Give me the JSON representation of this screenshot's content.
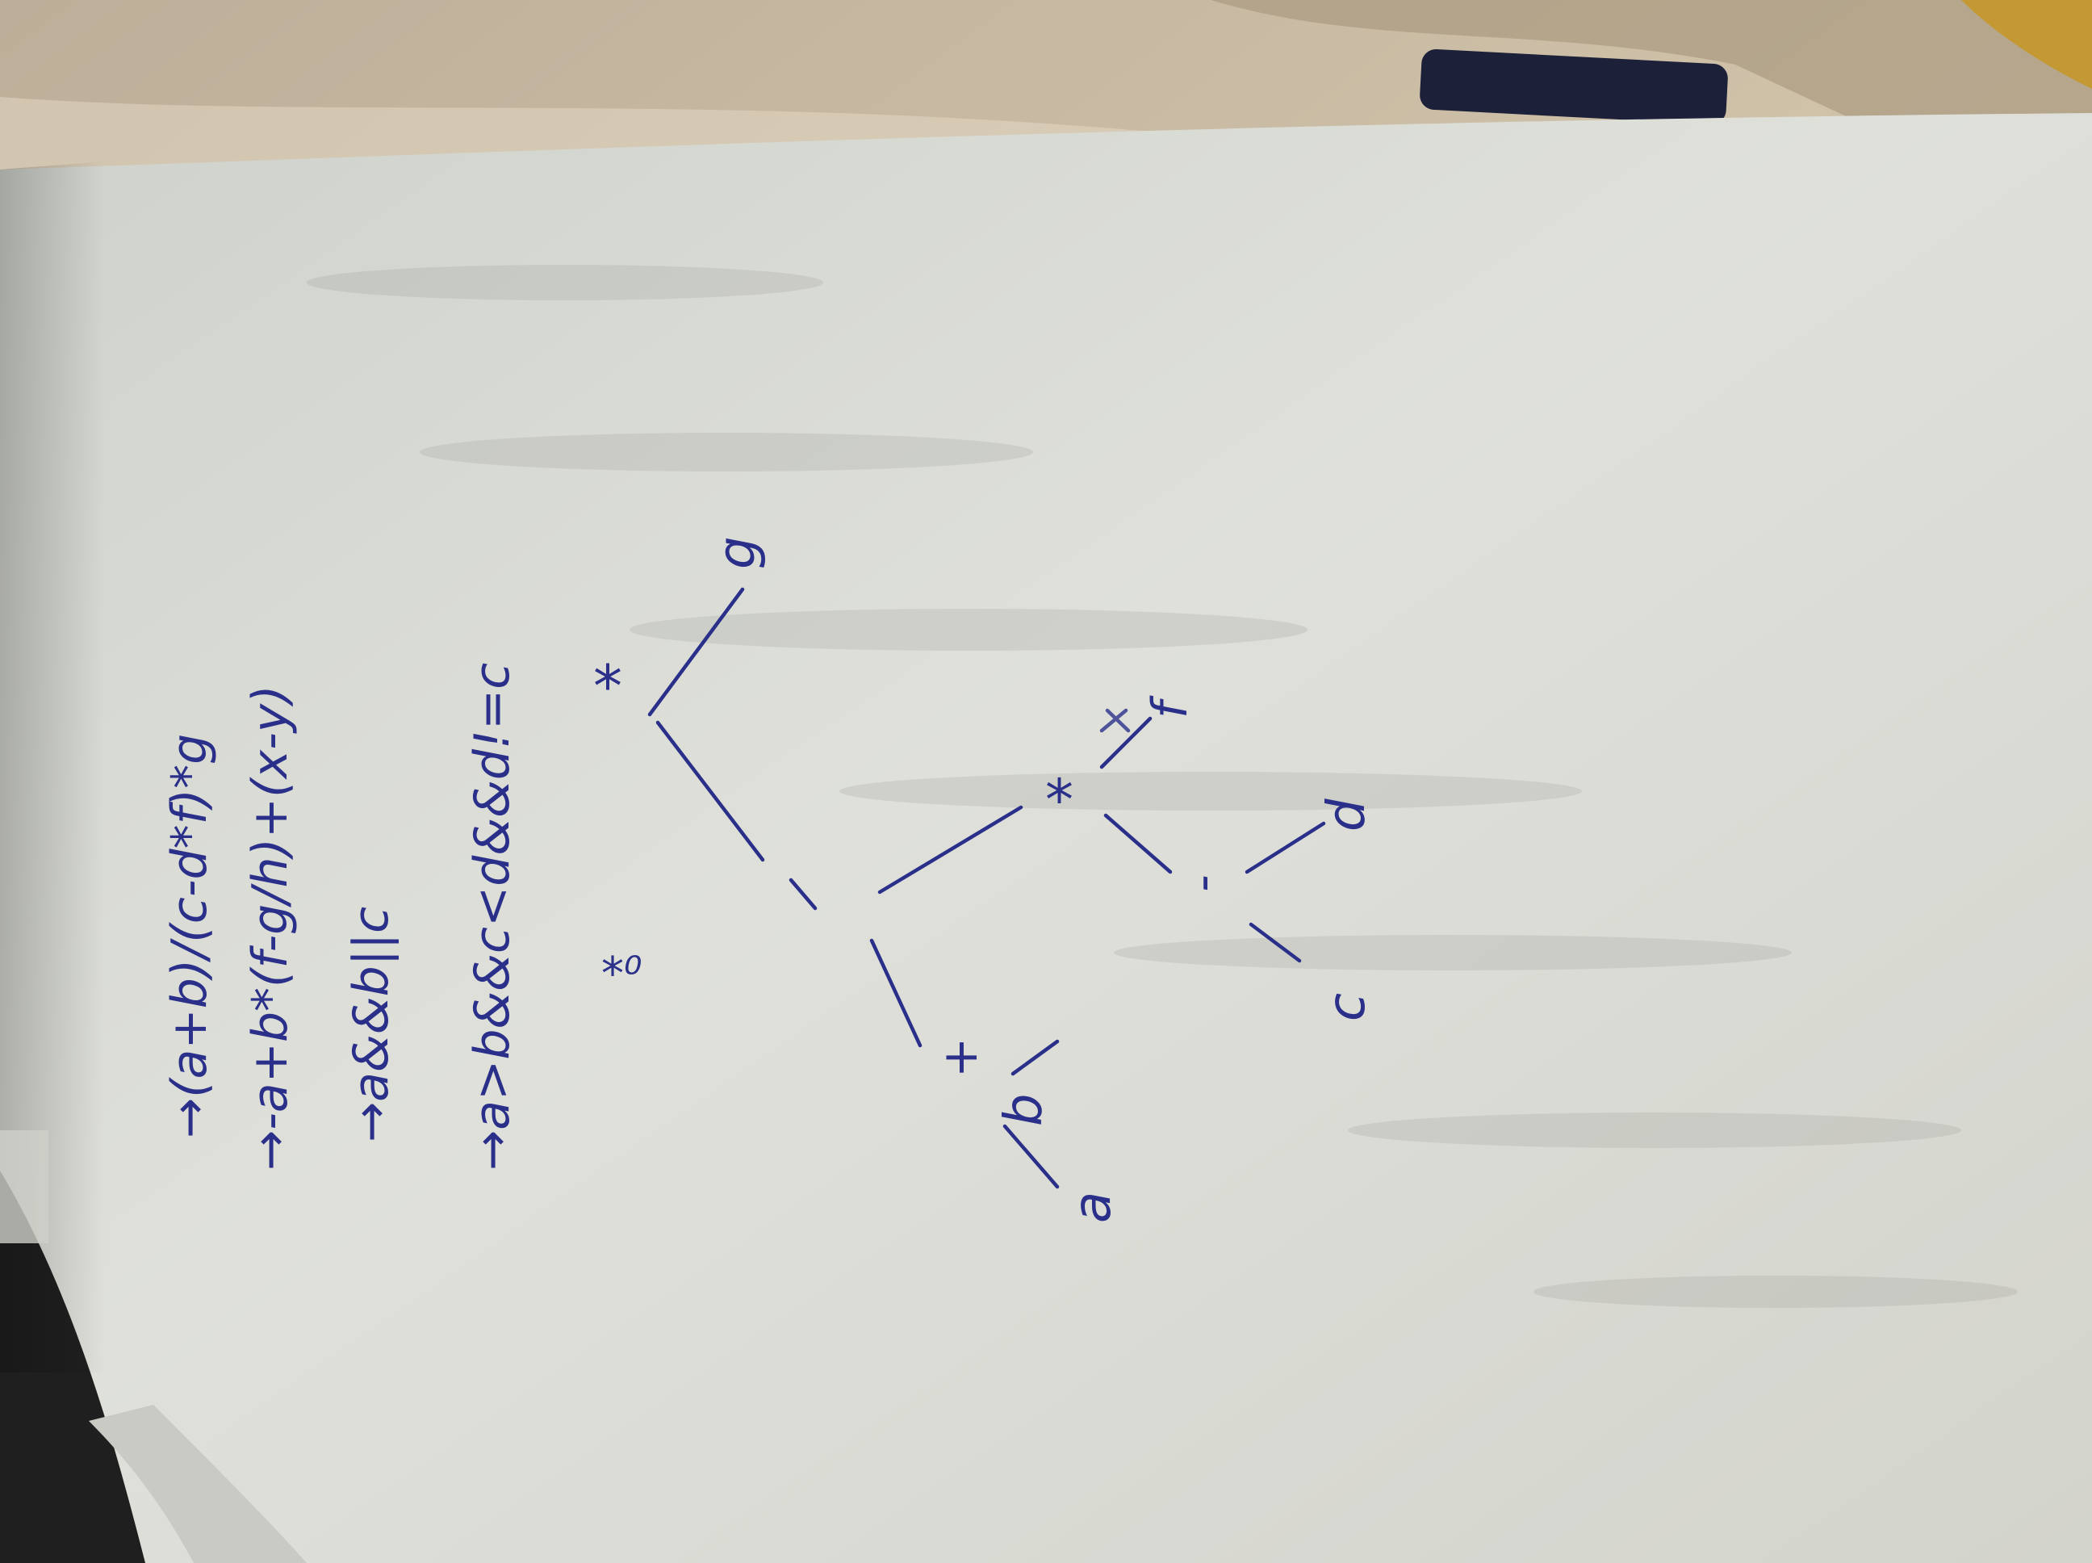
{
  "photo": {
    "subject": "handwritten notes on notebook page",
    "orientation": "rotated-90-ccw"
  },
  "colors": {
    "ink": "#2a2f8a",
    "paper": "#dadbd5",
    "fabric": "#c8b79e"
  },
  "notes": {
    "lines": [
      "→(a+b)/(c-d*f)*g",
      "→-a+b*(f-g/h)+(x-y)",
      "→a&&b||c",
      "→a>b&&c<d&&d!=c"
    ]
  },
  "tree": {
    "nodes": {
      "root": "*",
      "plus": "+",
      "a": "a",
      "b": "b",
      "div": "/",
      "mul": "*",
      "minus": "-",
      "c": "c",
      "d": "d",
      "f": "f",
      "g": "g",
      "scribble": "*⁰"
    }
  }
}
